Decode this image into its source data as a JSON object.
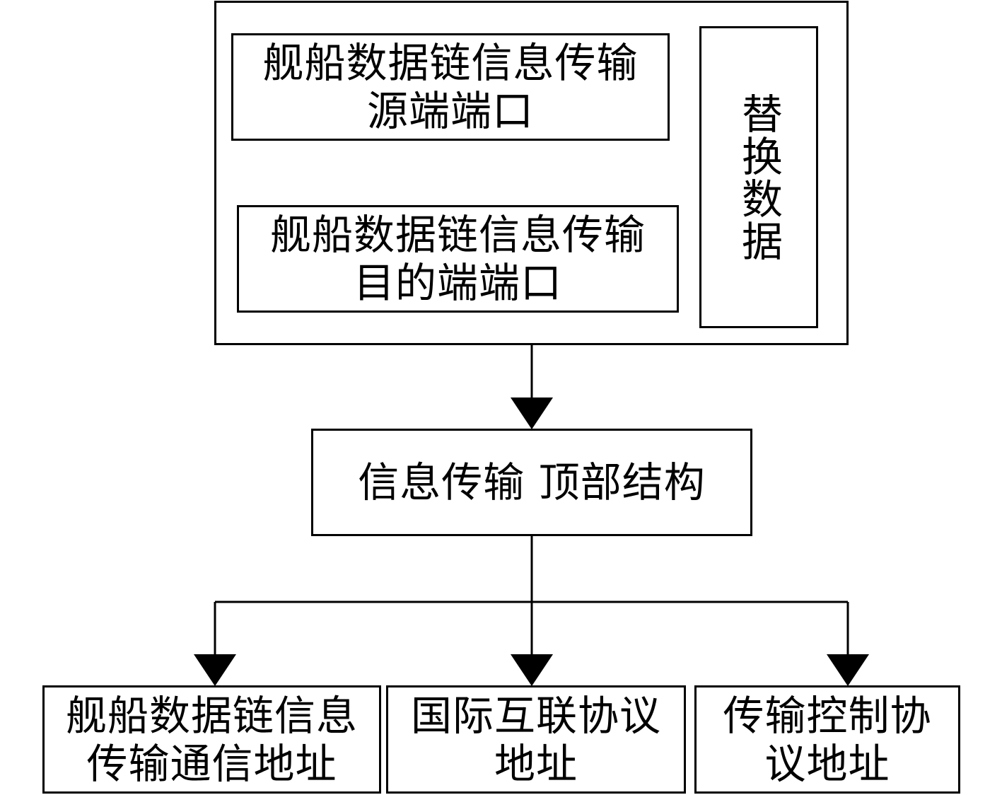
{
  "diagram": {
    "source_port": "舰船数据链信息传输\n源端端口",
    "dest_port": "舰船数据链信息传输\n目的端端口",
    "replace_data": "替换数据",
    "top_structure": "信息传输 顶部结构",
    "leaf_1": "舰船数据链信息\n传输通信地址",
    "leaf_2": "国际互联协议\n地址",
    "leaf_3": "传输控制协\n议地址"
  }
}
